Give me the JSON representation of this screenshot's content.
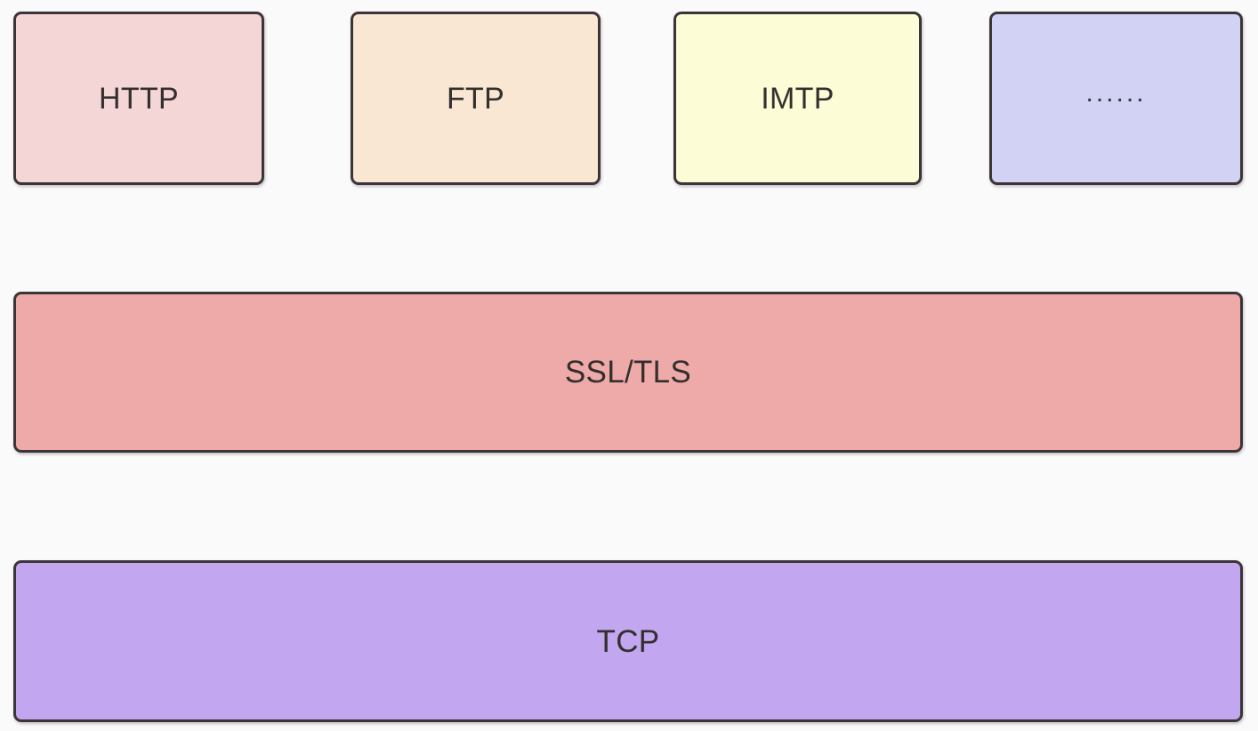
{
  "diagram": {
    "type": "layered-stack",
    "background_color": "#fbfafb",
    "border_color": "#3b3438",
    "text_color": "#332f2e",
    "application_layer": {
      "nodes": [
        {
          "id": "http",
          "label": "HTTP",
          "fill": "#f5d6d6"
        },
        {
          "id": "ftp",
          "label": "FTP",
          "fill": "#fae7d3"
        },
        {
          "id": "imtp",
          "label": "IMTP",
          "fill": "#fcfcd7"
        },
        {
          "id": "more",
          "label": "......",
          "fill": "#d2d2f4"
        }
      ]
    },
    "security_layer": {
      "id": "ssltls",
      "label": "SSL/TLS",
      "fill": "#eeaaa9"
    },
    "transport_layer": {
      "id": "tcp",
      "label": "TCP",
      "fill": "#c3a6f0"
    }
  }
}
